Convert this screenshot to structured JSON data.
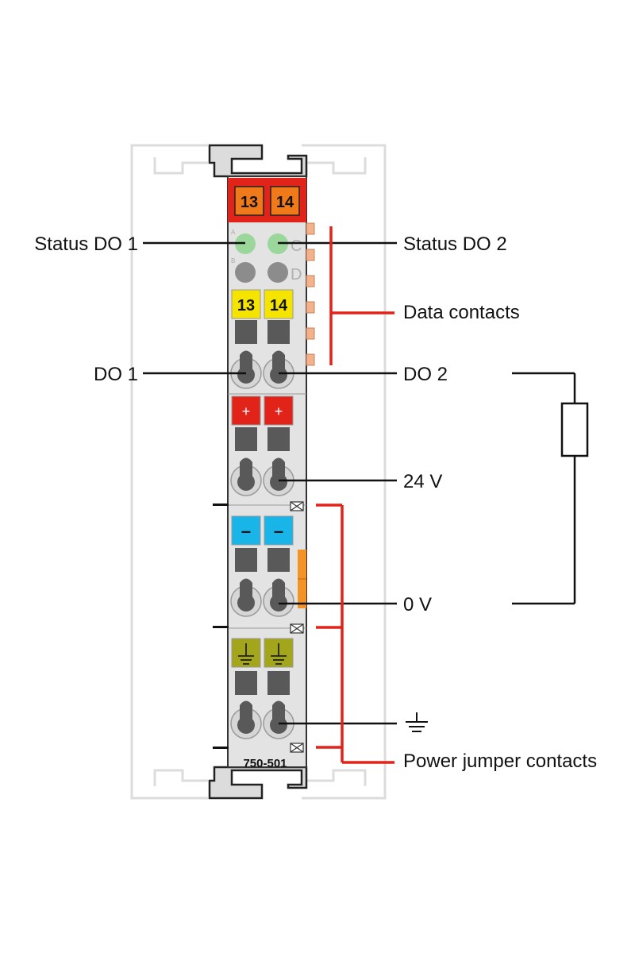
{
  "module": {
    "model": "750-501",
    "top_terminals": [
      "13",
      "14"
    ],
    "signal_terminals": [
      "13",
      "14"
    ],
    "plus_symbol": "+",
    "minus_symbol": "–",
    "led_letters": {
      "a": "A",
      "b": "B",
      "c": "C",
      "d": "D"
    }
  },
  "labels": {
    "status_do1": "Status DO 1",
    "status_do2": "Status DO 2",
    "data_contacts": "Data contacts",
    "do1": "DO 1",
    "do2": "DO 2",
    "v24": "24 V",
    "v0": "0 V",
    "power_jumper": "Power jumper contacts"
  },
  "icons": {
    "ground": "ground-symbol-icon",
    "resistor": "resistor-load-icon"
  },
  "colors": {
    "top_bar": "#e2231a",
    "top_terminal": "#f07a1a",
    "yellow": "#f5e400",
    "red": "#e2231a",
    "blue": "#19b4e8",
    "green": "#a3a61a",
    "led_green": "#9bd79b",
    "led_gray": "#8c8c8c",
    "housing": "#e3e3e3",
    "copper": "#f3b28b",
    "orange_contact": "#f39325",
    "leader": "#e2231a"
  }
}
